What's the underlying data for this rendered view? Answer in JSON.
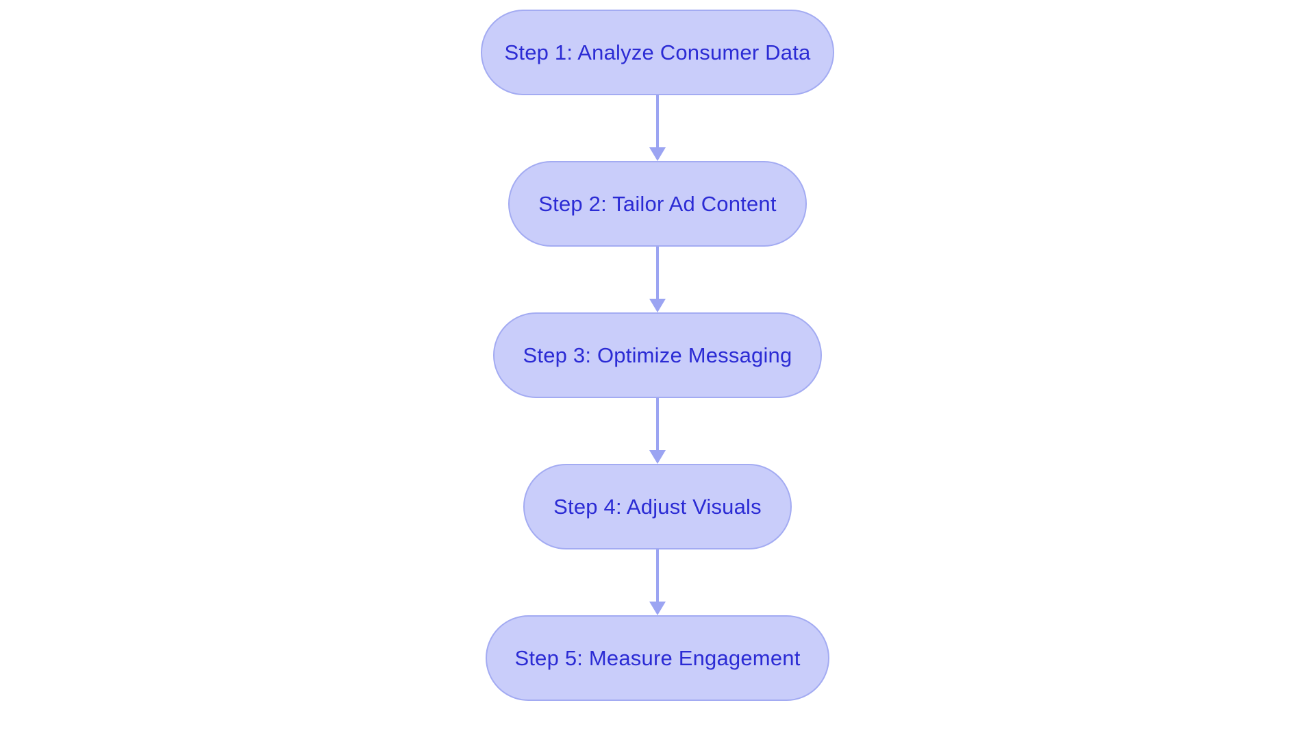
{
  "diagram": {
    "type": "flowchart",
    "orientation": "top-to-bottom",
    "background_color": "#ffffff",
    "node_fill_color": "#c9cdfa",
    "node_border_color": "#a3abf2",
    "node_text_color": "#2b2bd4",
    "arrow_color": "#9ba4f2",
    "nodes": [
      {
        "id": "step1",
        "label": "Step 1: Analyze Consumer Data"
      },
      {
        "id": "step2",
        "label": "Step 2: Tailor Ad Content"
      },
      {
        "id": "step3",
        "label": "Step 3: Optimize Messaging"
      },
      {
        "id": "step4",
        "label": "Step 4: Adjust Visuals"
      },
      {
        "id": "step5",
        "label": "Step 5: Measure Engagement"
      }
    ],
    "edges": [
      {
        "id": "edge1",
        "from": "step1",
        "to": "step2",
        "marker": "arrow-down"
      },
      {
        "id": "edge2",
        "from": "step2",
        "to": "step3",
        "marker": "arrow-down"
      },
      {
        "id": "edge3",
        "from": "step3",
        "to": "step4",
        "marker": "arrow-down"
      },
      {
        "id": "edge4",
        "from": "step4",
        "to": "step5",
        "marker": "arrow-down"
      }
    ]
  }
}
